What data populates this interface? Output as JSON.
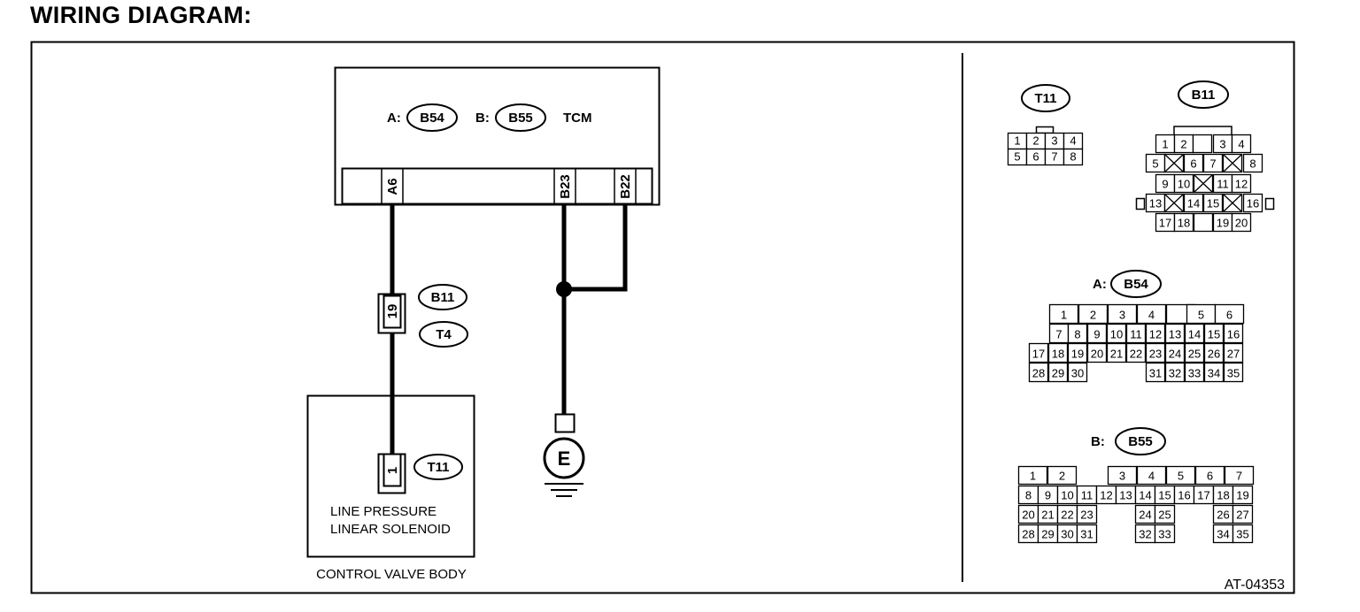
{
  "page_title": "WIRING DIAGRAM:",
  "figure_id": "AT-04353",
  "tcm": {
    "prefix_a": "A:",
    "connector_a": "B54",
    "prefix_b": "B:",
    "connector_b": "B55",
    "name": "TCM",
    "terminals": [
      "A6",
      "B23",
      "B22"
    ]
  },
  "harness_connector": {
    "pin": "19",
    "labels": [
      "B11",
      "T4"
    ]
  },
  "solenoid": {
    "pin": "1",
    "connector": "T11",
    "name_line1": "LINE PRESSURE",
    "name_line2": "LINEAR SOLENOID"
  },
  "control_valve_body": "CONTROL VALVE BODY",
  "ground": {
    "label": "E"
  },
  "connector_views": {
    "t11": {
      "name": "T11",
      "rows": [
        [
          "1",
          "2",
          "3",
          "4"
        ],
        [
          "5",
          "6",
          "7",
          "8"
        ]
      ]
    },
    "b11": {
      "name": "B11",
      "rows": [
        [
          "1",
          "2",
          "",
          "3",
          "4"
        ],
        [
          "5",
          "x",
          "6",
          "7",
          "x",
          "8"
        ],
        [
          "9",
          "10",
          "x",
          "11",
          "12"
        ],
        [
          "13",
          "x",
          "14",
          "15",
          "x",
          "16"
        ],
        [
          "17",
          "18",
          "",
          "19",
          "20"
        ]
      ]
    },
    "b54": {
      "prefix": "A:",
      "name": "B54",
      "rows": [
        [
          "1",
          "2",
          "3",
          "4",
          "",
          "5",
          "6"
        ],
        [
          "7",
          "8",
          "9",
          "10",
          "11",
          "12",
          "13",
          "14",
          "15",
          "16"
        ],
        [
          "17",
          "18",
          "19",
          "20",
          "21",
          "22",
          "23",
          "24",
          "25",
          "26",
          "27"
        ],
        [
          "28",
          "29",
          "30",
          "31",
          "32",
          "33",
          "34",
          "35"
        ]
      ]
    },
    "b55": {
      "prefix": "B:",
      "name": "B55",
      "rows": [
        [
          "1",
          "2",
          "3",
          "4",
          "5",
          "6",
          "7"
        ],
        [
          "8",
          "9",
          "10",
          "11",
          "12",
          "13",
          "14",
          "15",
          "16",
          "17",
          "18",
          "19"
        ],
        [
          "20",
          "21",
          "22",
          "23",
          "24",
          "25",
          "26",
          "27"
        ],
        [
          "28",
          "29",
          "30",
          "31",
          "32",
          "33",
          "34",
          "35"
        ]
      ]
    }
  }
}
